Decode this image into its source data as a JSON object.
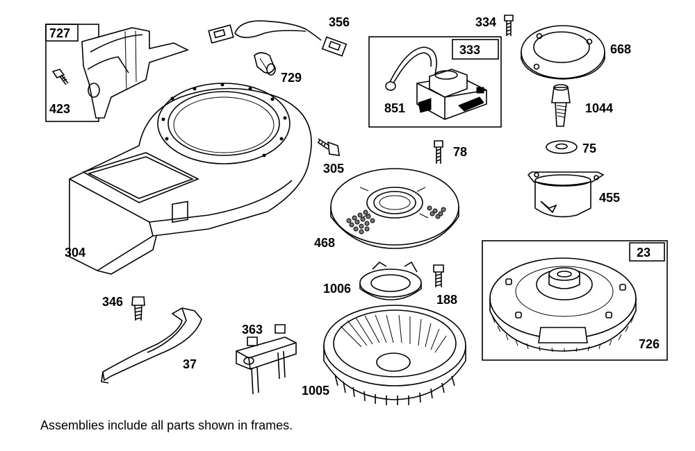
{
  "caption": "Assemblies include all parts shown in frames.",
  "frames": [
    {
      "label": "727"
    },
    {
      "label": "333"
    },
    {
      "label": "23"
    }
  ],
  "parts": {
    "p727": "727",
    "p423": "423",
    "p356": "356",
    "p729": "729",
    "p304": "304",
    "p305": "305",
    "p334": "334",
    "p333": "333",
    "p851": "851",
    "p668": "668",
    "p1044": "1044",
    "p75": "75",
    "p78": "78",
    "p455": "455",
    "p468": "468",
    "p23": "23",
    "p1006": "1006",
    "p188": "188",
    "p346": "346",
    "p37": "37",
    "p363": "363",
    "p1005": "1005",
    "p726": "726"
  }
}
